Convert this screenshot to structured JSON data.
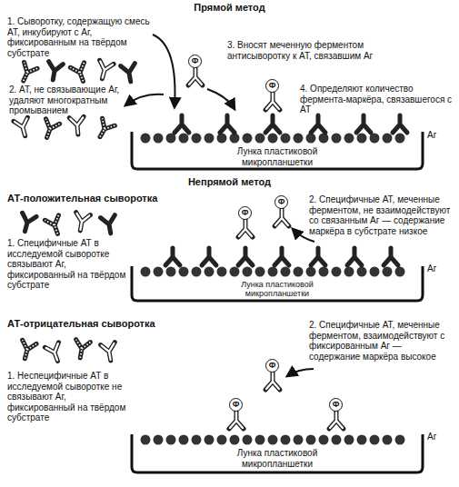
{
  "diagram": {
    "labels": [
      "Прямой метод",
      "1. Сыворотку, содержащую смесь АТ, инкубируют с Аг, фиксированным на твёрдом субстрате",
      "Ф",
      "3. Вносят меченную ферментом антисыворотку к АТ, связавшим Аг",
      "2. АТ, не связывающие Аг, удаляют многократным промыванием",
      "4. Определяют количество фермента-маркёра, связавшегося с АТ",
      "Ф",
      "Аг",
      "Лунка пластиковой микропланшетки",
      "Непрямой метод",
      "АТ-положительная сыворотка",
      "Ф",
      "Ф",
      "2. Специфичные АТ, меченные ферментом, не взаимодействуют со связанным Аг — содержание маркёра в субстрате низкое",
      "1. Специфичные АТ в исследуемой сыворотке связывают Аг, фиксированный на твёрдом субстрате",
      "Аг",
      "Лунка пластиковой микропланшетки",
      "АТ-отрицательная сыворотка",
      "2. Специфичные АТ, меченные ферментом, взаимодействуют с фиксированным Аг — содержание маркёра высокое",
      "Ф",
      "1. Неспецифичные АТ в исследуемой сыворотке не связывают Аг, фиксированный на твёрдом субстрате",
      "Ф",
      "Ф",
      "Аг",
      "Лунка пластиковой микропланшетки"
    ]
  }
}
